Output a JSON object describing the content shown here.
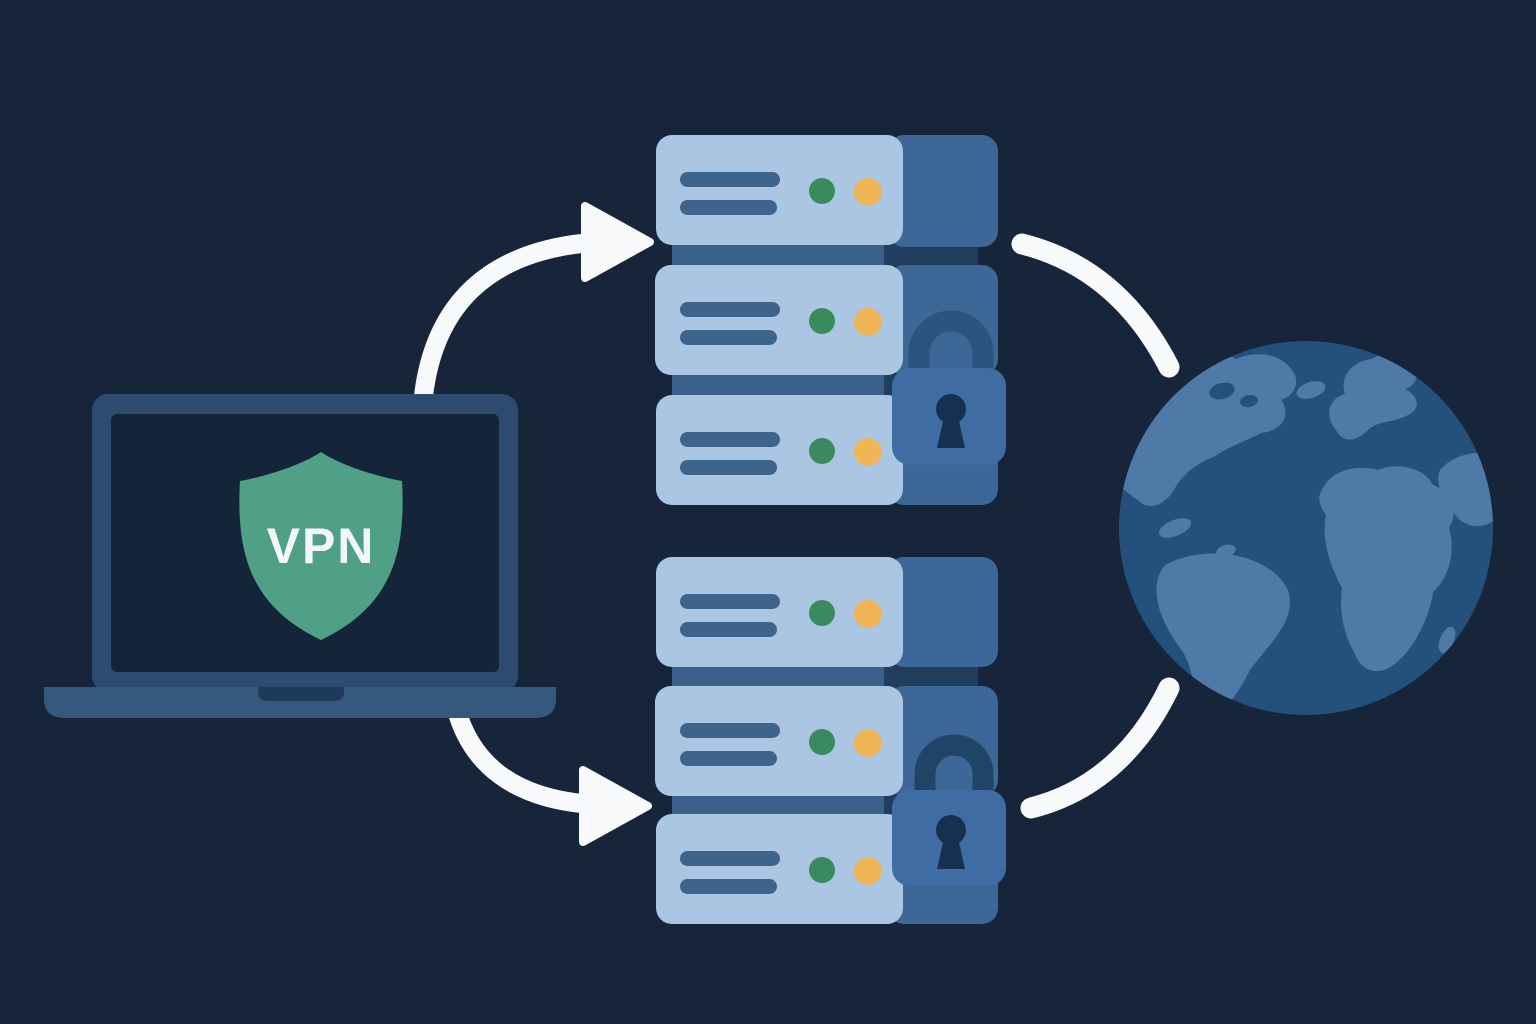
{
  "diagram": {
    "type": "vpn-connection-illustration",
    "laptop": {
      "shield_label": "VPN"
    },
    "server_stacks": [
      {
        "position": "top",
        "servers": 3,
        "leds_per_server": [
          "green",
          "yellow"
        ],
        "locked": true
      },
      {
        "position": "bottom",
        "servers": 3,
        "leds_per_server": [
          "green",
          "yellow"
        ],
        "locked": true
      }
    ],
    "globe": {
      "label": "internet-globe"
    },
    "connections": [
      {
        "from": "laptop",
        "to": "server-stack-top",
        "style": "curved-arrow"
      },
      {
        "from": "laptop",
        "to": "server-stack-bottom",
        "style": "curved-arrow"
      },
      {
        "from": "server-stack-top",
        "to": "globe",
        "style": "curved-line"
      },
      {
        "from": "server-stack-bottom",
        "to": "globe",
        "style": "curved-line"
      }
    ],
    "colors": {
      "background": "#16253a",
      "laptop_frame": "#2c4b6f",
      "laptop_screen": "#152539",
      "laptop_base": "#35597d",
      "laptop_notch": "#1e3a5a",
      "shield": "#4fa086",
      "shield_text": "#f4f7f9",
      "server_body": "#aac6e2",
      "server_line": "#3f648c",
      "led_green": "#3a8a5e",
      "led_yellow": "#f0b557",
      "server_side": "#3d6796",
      "connector": "#3a618c",
      "connector_dark": "#203d5e",
      "lock_shackle": "#2b547e",
      "lock_shackle_dark": "#1f4465",
      "lock_body": "#3f6da3",
      "lock_keyhole": "#16314f",
      "arrow": "#f7f9fa",
      "globe_ocean": "#24517c",
      "globe_land": "#4f7aa7"
    }
  }
}
